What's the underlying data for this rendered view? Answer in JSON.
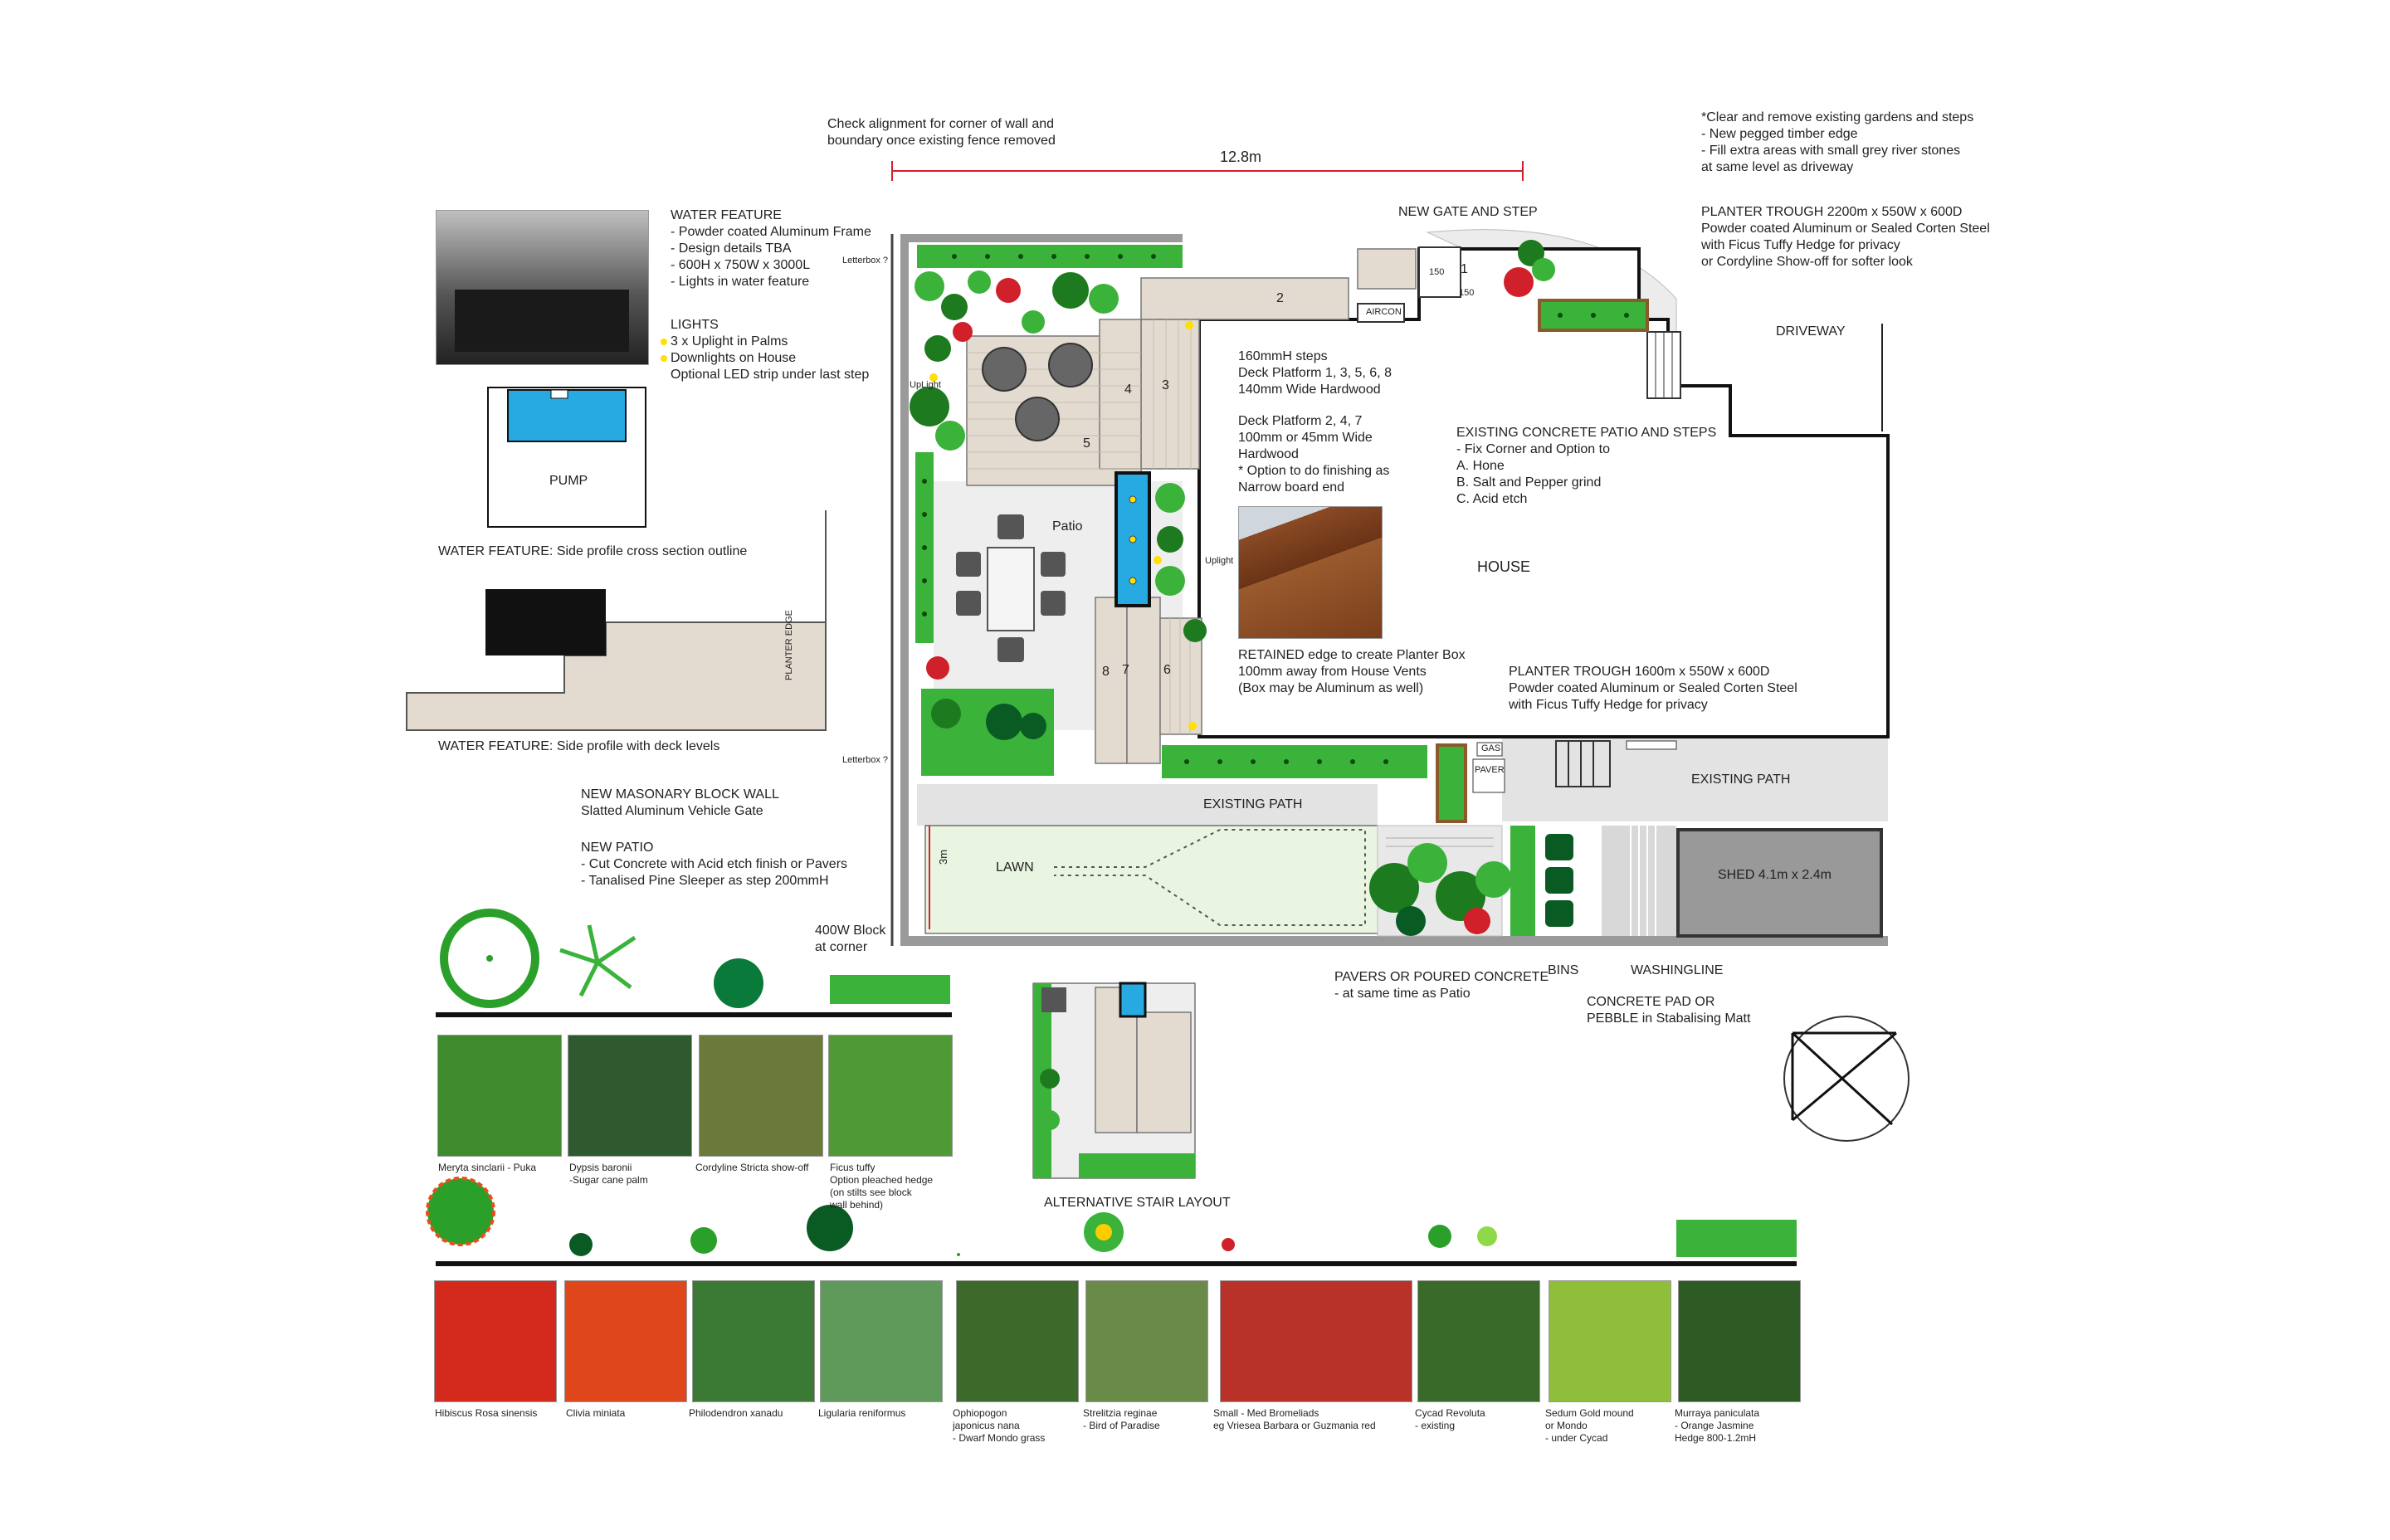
{
  "notes": {
    "alignment": "Check alignment for corner of wall and\nboundary once existing fence removed",
    "dimension_width": "12.8m",
    "clear_remove": "*Clear and remove existing gardens and steps\n- New pegged timber edge\n- Fill extra areas with small grey river stones\n  at same level as driveway",
    "planter_trough_top": "PLANTER TROUGH 2200m x 550W x 600D\nPowder coated Aluminum or Sealed Corten Steel\nwith Ficus Tuffy Hedge for privacy\nor Cordyline Show-off for softer look",
    "new_gate": "NEW GATE AND STEP",
    "driveway": "DRIVEWAY",
    "water_feature": "WATER FEATURE\n- Powder coated Aluminum Frame\n- Design details TBA\n- 600H x 750W x 3000L\n- Lights in water feature",
    "lights_title": "LIGHTS",
    "lights_items": [
      "3 x Uplight in Palms",
      "Downlights on House",
      "Optional LED strip under last step"
    ],
    "steps_note": "160mmH steps\nDeck Platform 1, 3, 5, 6, 8\n140mm Wide Hardwood",
    "deck_note": "Deck Platform 2, 4, 7\n100mm or 45mm Wide\nHardwood\n* Option to do finishing as\nNarrow board end",
    "existing_patio": "EXISTING CONCRETE PATIO AND STEPS\n- Fix Corner and Option to\nA. Hone\nB. Salt and Pepper grind\nC. Acid etch",
    "house": "HOUSE",
    "pump": "PUMP",
    "wf_section": "WATER FEATURE: Side profile cross section outline",
    "wf_profile": "WATER FEATURE: Side profile with deck levels",
    "planter_edge": "PLANTER EDGE",
    "retained_edge": "RETAINED edge to create Planter Box\n100mm away from House Vents\n(Box may be Aluminum as well)",
    "planter_trough_mid": "PLANTER TROUGH 1600m x 550W x 600D\nPowder coated Aluminum or Sealed Corten Steel\nwith Ficus Tuffy Hedge for privacy",
    "masonry": "NEW MASONARY BLOCK WALL\nSlatted Aluminum Vehicle Gate",
    "new_patio": "NEW PATIO\n- Cut Concrete with Acid etch finish or Pavers\n- Tanalised Pine Sleeper as step 200mmH",
    "block_corner": "400W Block\nat corner",
    "pavers": "PAVERS OR POURED CONCRETE\n- at same time as Patio",
    "bins": "BINS",
    "washingline": "WASHINGLINE",
    "concrete_pad": "CONCRETE PAD OR\nPEBBLE in Stabalising Matt",
    "alt_stair": "ALTERNATIVE STAIR LAYOUT"
  },
  "plan": {
    "letterbox_top": "Letterbox ?",
    "letterbox_bottom": "Letterbox ?",
    "aircon": "AIRCON",
    "patio": "Patio",
    "uplight_a": "Uplight",
    "uplight_b": "UpLight",
    "existing_path_left": "EXISTING PATH",
    "existing_path_right": "EXISTING PATH",
    "lawn": "LAWN",
    "lawn_dim": "3m",
    "gas": "GAS",
    "paver": "PAVER",
    "shed": "SHED 4.1m x 2.4m",
    "step_150a": "150",
    "step_150b": "150",
    "deck_numbers": [
      "1",
      "2",
      "3",
      "4",
      "5",
      "6",
      "7",
      "8"
    ]
  },
  "plants_row1": [
    {
      "name": "Meryta sinclarii - Puka",
      "color": "#3f8a2c"
    },
    {
      "name": "Dypsis baronii\n-Sugar cane palm",
      "color": "#2f5a30"
    },
    {
      "name": "Cordyline Stricta show-off",
      "color": "#6a7a3a"
    },
    {
      "name": "Ficus tuffy\nOption pleached hedge\n(on stilts see block\nwall behind)",
      "color": "#4f9a34"
    }
  ],
  "plants_row2": [
    {
      "name": "Hibiscus Rosa sinensis",
      "color": "#d42a1e"
    },
    {
      "name": "Clivia miniata",
      "color": "#e0461c"
    },
    {
      "name": "Philodendron xanadu",
      "color": "#3a7a34"
    },
    {
      "name": "Ligularia reniformus",
      "color": "#5f9a5a"
    },
    {
      "name": "Ophiopogon\njaponicus nana\n- Dwarf Mondo grass",
      "color": "#3d6a2a"
    },
    {
      "name": "Strelitzia reginae\n- Bird of Paradise",
      "color": "#6a8a4a"
    },
    {
      "name": "Small - Med Bromeliads\neg Vriesea Barbara or Guzmania red",
      "color": "#b8322a"
    },
    {
      "name": "Cycad Revoluta\n- existing",
      "color": "#3a6a2a"
    },
    {
      "name": "Sedum Gold mound\nor Mondo\n- under Cycad",
      "color": "#8fbf3a"
    },
    {
      "name": "Murraya paniculata\n- Orange Jasmine\nHedge 800-1.2mH",
      "color": "#2e5a24"
    }
  ],
  "colors": {
    "hedge": "#3bb33b",
    "deck": "#e3dbd0",
    "lawn": "#e9f5e0",
    "path": "#e3e3e3",
    "water": "#27a9e1",
    "light": "#ffe000",
    "dim_line": "#d0202a"
  }
}
